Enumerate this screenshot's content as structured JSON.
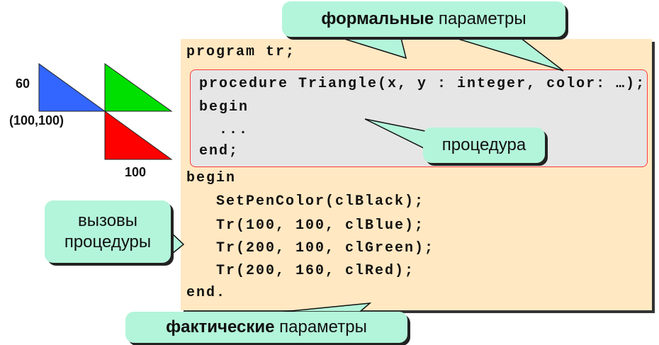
{
  "code": {
    "line1": "program tr;",
    "proc_header": "procedure Triangle(x, y : integer, color: …);",
    "proc_begin": "begin",
    "proc_body": "  ...",
    "proc_end": "end;",
    "main_begin": "begin",
    "call0": "   SetPenColor(clBlack);",
    "call1": "   Tr(100, 100, clBlue);",
    "call2": "   Tr(200, 100, clGreen);",
    "call3": "   Tr(200, 160, clRed);",
    "main_end": "end."
  },
  "callouts": {
    "formal_bold": "формальные",
    "formal_rest": " параметры",
    "procedure": "процедура",
    "calls_line1": "вызовы",
    "calls_line2": "процедуры",
    "actual_bold": "фактические",
    "actual_rest": " параметры"
  },
  "figure": {
    "label_height": "60",
    "label_origin": "(100,100)",
    "label_width": "100",
    "colors": {
      "blue": "#3366FF",
      "green": "#00E000",
      "red": "#FF0000"
    }
  },
  "colors": {
    "callout": "#B3F5DA",
    "code_bg": "#FFE8C2",
    "proc_bg": "#E6E6E6",
    "proc_border": "#FF3B3B"
  }
}
